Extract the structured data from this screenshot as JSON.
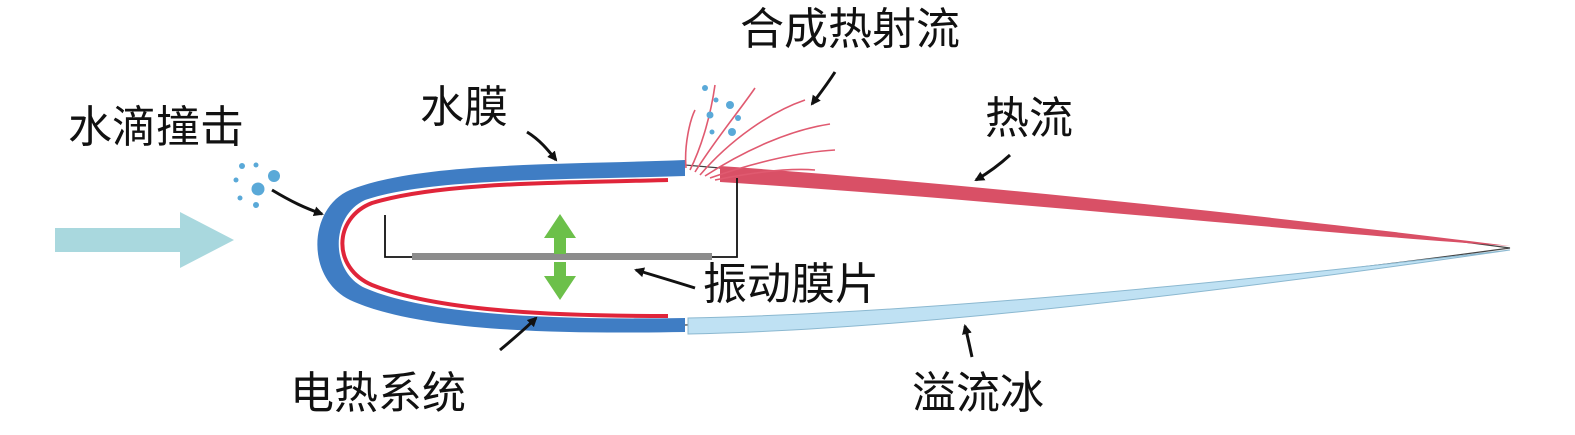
{
  "labels": {
    "droplet_impact": "水滴撞击",
    "water_film": "水膜",
    "synthetic_jet": "合成热射流",
    "hot_flow": "热流",
    "vibrating_membrane": "振动膜片",
    "electric_heating_system": "电热系统",
    "runback_ice": "溢流冰"
  },
  "colors": {
    "water_film": "#3f7dc4",
    "heater": "#e0253a",
    "hot_flow": "#d95066",
    "jet_lines": "#e05a70",
    "runback_ice": "#bfe1f3",
    "inflow_arrow": "#a9d8de",
    "vibration_arrow": "#6cc04a",
    "membrane": "#8c8c8c",
    "droplets": "#5aa9d8",
    "text": "#111111"
  },
  "icons": {
    "inflow": "arrow-right-icon",
    "vibration": "double-arrow-vertical-icon",
    "droplet": "droplet-icon"
  }
}
